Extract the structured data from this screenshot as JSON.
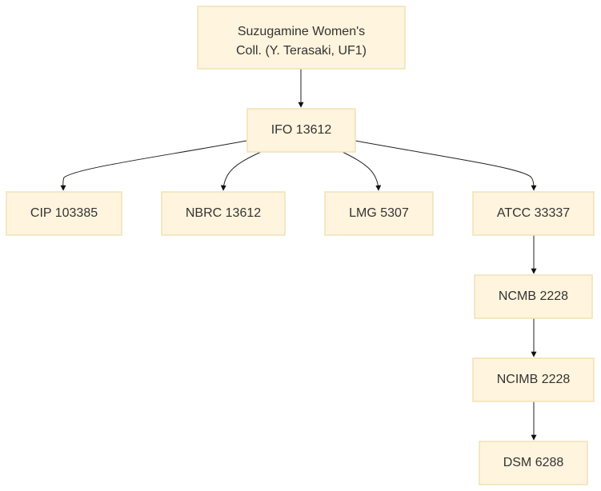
{
  "nodes": {
    "suzugamine": {
      "lines": [
        "Suzugamine Women's",
        "Coll. (Y. Terasaki, UF1)"
      ]
    },
    "ifo": {
      "label": "IFO 13612"
    },
    "cip": {
      "label": "CIP 103385"
    },
    "nbrc": {
      "label": "NBRC 13612"
    },
    "lmg": {
      "label": "LMG 5307"
    },
    "atcc": {
      "label": "ATCC 33337"
    },
    "ncmb": {
      "label": "NCMB 2228"
    },
    "ncimb": {
      "label": "NCIMB 2228"
    },
    "dsm": {
      "label": "DSM 6288"
    }
  },
  "edges": [
    {
      "from": "Suzugamine Women's Coll. (Y. Terasaki, UF1)",
      "to": "IFO 13612"
    },
    {
      "from": "IFO 13612",
      "to": "CIP 103385"
    },
    {
      "from": "IFO 13612",
      "to": "NBRC 13612"
    },
    {
      "from": "IFO 13612",
      "to": "LMG 5307"
    },
    {
      "from": "IFO 13612",
      "to": "ATCC 33337"
    },
    {
      "from": "ATCC 33337",
      "to": "NCMB 2228"
    },
    {
      "from": "NCMB 2228",
      "to": "NCIMB 2228"
    },
    {
      "from": "NCIMB 2228",
      "to": "DSM 6288"
    }
  ],
  "colors": {
    "node_fill": "#fff4dd",
    "node_stroke": "#f0e2b6",
    "edge": "#222222",
    "text": "#333333"
  }
}
